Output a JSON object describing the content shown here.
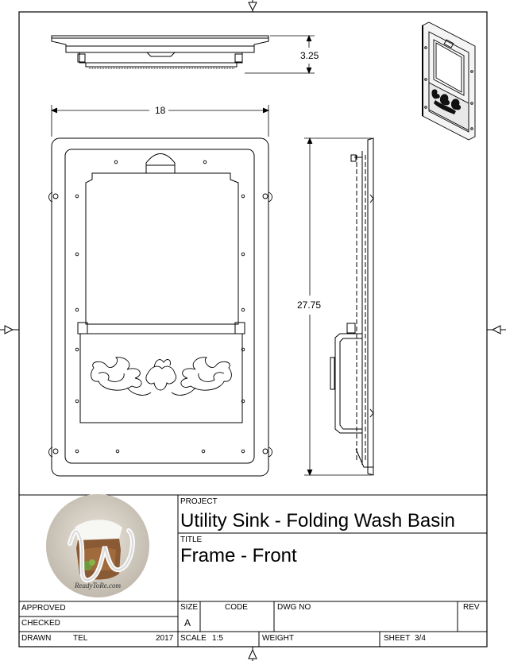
{
  "dimensions": {
    "height_front": "3.25",
    "width": "18",
    "height_side": "27.75"
  },
  "title_block": {
    "project_label": "PROJECT",
    "project_value": "Utility Sink - Folding Wash Basin",
    "title_label": "TITLE",
    "title_value": "Frame - Front",
    "approved_label": "APPROVED",
    "checked_label": "CHECKED",
    "drawn_label": "DRAWN",
    "drawn_by": "TEL",
    "drawn_year": "2017",
    "size_label": "SIZE",
    "size_value": "A",
    "code_label": "CODE",
    "dwg_label": "DWG NO",
    "rev_label": "REV",
    "scale_label": "SCALE",
    "scale_value": "1:5",
    "weight_label": "WEIGHT",
    "sheet_label": "SHEET",
    "sheet_value": "3/4"
  },
  "logo": {
    "text": "ReadyToRe.com"
  }
}
